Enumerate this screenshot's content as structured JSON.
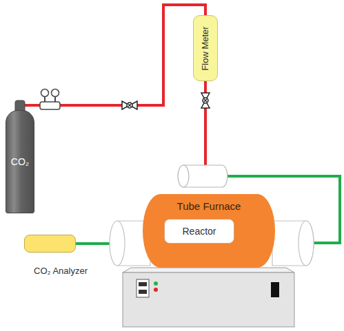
{
  "diagram": {
    "nodes": [
      {
        "text": [
          "CO₂"
        ]
      },
      {
        "text": [
          "Flow Meter"
        ]
      },
      {
        "text": [
          "Tube Furnace"
        ]
      },
      {
        "text": [
          "Reactor"
        ],
        "in": 2
      },
      {
        "text": [
          "CO₂ Analyzer"
        ]
      }
    ],
    "edges": [
      {
        "from": 0,
        "to": 1,
        "arrow": "none"
      },
      {
        "from": 1,
        "to": 2,
        "arrow": "none"
      },
      {
        "from": 2,
        "to": 4,
        "arrow": "none"
      }
    ]
  }
}
